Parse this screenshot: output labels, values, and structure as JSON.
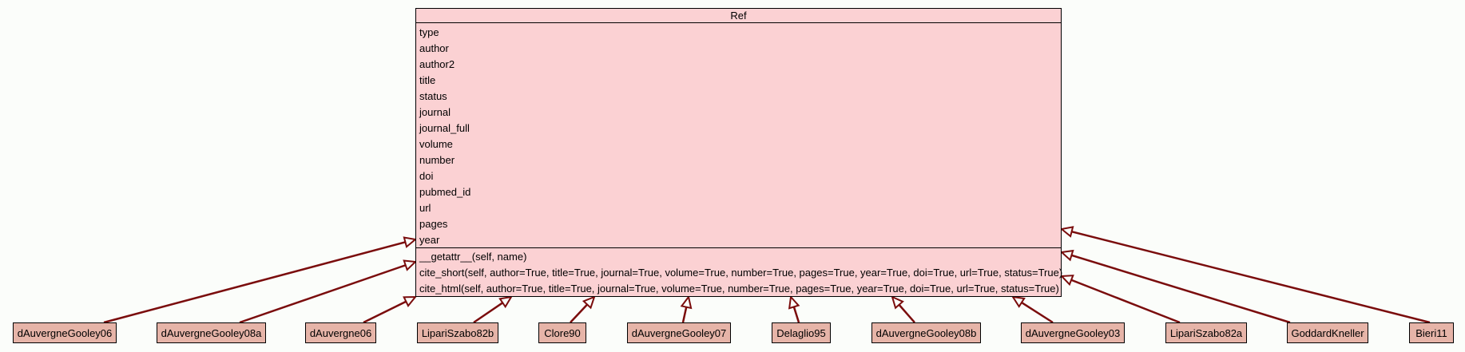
{
  "base_class": {
    "name": "Ref",
    "attributes": [
      "type",
      "author",
      "author2",
      "title",
      "status",
      "journal",
      "journal_full",
      "volume",
      "number",
      "doi",
      "pubmed_id",
      "url",
      "pages",
      "year"
    ],
    "methods": [
      "__getattr__(self, name)",
      "cite_short(self, author=True, title=True, journal=True, volume=True, number=True, pages=True, year=True, doi=True, url=True, status=True)",
      "cite_html(self, author=True, title=True, journal=True, volume=True, number=True, pages=True, year=True, doi=True, url=True, status=True)"
    ]
  },
  "subclasses": [
    {
      "name": "dAuvergneGooley06"
    },
    {
      "name": "dAuvergneGooley08a"
    },
    {
      "name": "dAuvergne06"
    },
    {
      "name": "LipariSzabo82b"
    },
    {
      "name": "Clore90"
    },
    {
      "name": "dAuvergneGooley07"
    },
    {
      "name": "Delaglio95"
    },
    {
      "name": "dAuvergneGooley08b"
    },
    {
      "name": "dAuvergneGooley03"
    },
    {
      "name": "LipariSzabo82a"
    },
    {
      "name": "GoddardKneller"
    },
    {
      "name": "Bieri11"
    }
  ],
  "colors": {
    "edge": "#7a0c0c",
    "class_fill": "#fbd1d3",
    "subclass_fill": "#e6b4a8"
  }
}
